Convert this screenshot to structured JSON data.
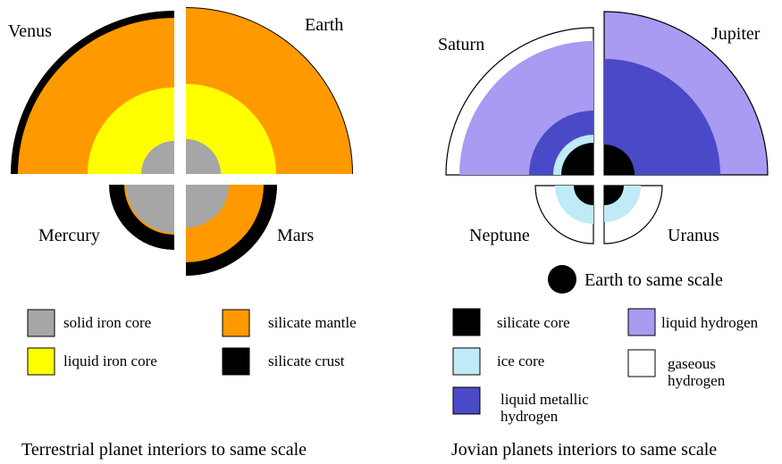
{
  "colors": {
    "solid_iron_core": "#a6a6a6",
    "liquid_iron_core": "#ffff00",
    "silicate_mantle": "#ff9900",
    "silicate_crust": "#000000",
    "silicate_core": "#000000",
    "ice_core": "#bfeaf6",
    "liquid_metallic_hydrogen": "#4a4ac8",
    "liquid_hydrogen": "#a99af2",
    "gaseous_hydrogen": "#ffffff"
  },
  "planets": {
    "venus": "Venus",
    "earth": "Earth",
    "mercury": "Mercury",
    "mars": "Mars",
    "saturn": "Saturn",
    "jupiter": "Jupiter",
    "neptune": "Neptune",
    "uranus": "Uranus"
  },
  "earth_scale_label": "Earth to same scale",
  "legend_terrestrial": {
    "solid_iron_core": "solid iron core",
    "liquid_iron_core": "liquid iron core",
    "silicate_mantle": "silicate mantle",
    "silicate_crust": "silicate crust"
  },
  "legend_jovian": {
    "silicate_core": "silicate core",
    "ice_core": "ice core",
    "liquid_metallic_hydrogen": [
      "liquid metallic",
      "hydrogen"
    ],
    "liquid_hydrogen": "liquid hydrogen",
    "gaseous_hydrogen": [
      "gaseous",
      "hydrogen"
    ]
  },
  "captions": {
    "terrestrial": "Terrestrial planet interiors to same scale",
    "jovian": "Jovian planets interiors to same scale"
  }
}
